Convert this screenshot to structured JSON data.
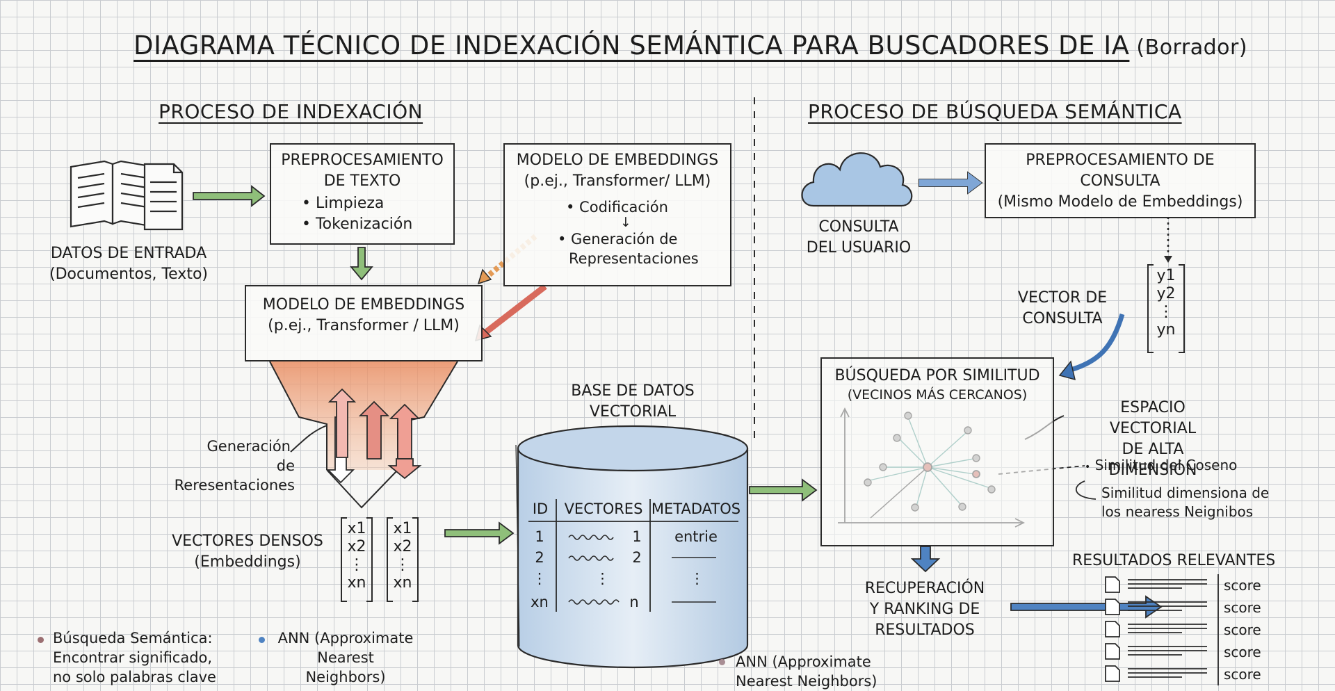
{
  "title": {
    "main": "DIAGRAMA TÉCNICO DE INDEXACIÓN SEMÁNTICA PARA BUSCADORES DE IA",
    "draft": "(Borrador)"
  },
  "indexing": {
    "heading": "PROCESO DE INDEXACIÓN",
    "input": {
      "line1": "DATOS DE ENTRADA",
      "line2": "(Documentos, Texto)",
      "icon": "book-and-document-icon"
    },
    "preprocessing": {
      "title1": "PREPROCESAMIENTO",
      "title2": "DE TEXTO",
      "items": [
        "• Limpieza",
        "• Tokenización"
      ]
    },
    "model_side": {
      "title1": "MODELO DE EMBEDDINGS",
      "title2": "(p.ej., Transformer/ LLM)",
      "item1": "• Codificación",
      "arrow": "↓",
      "item2a": "• Generación de",
      "item2b": "Representaciones"
    },
    "model_main": {
      "title1": "MODELO DE EMBEDDINGS",
      "title2": "(p.ej., Transformer / LLM)"
    },
    "generation": {
      "line1": "Generación",
      "line2": "de Reresentaciones"
    },
    "dense_vectors": {
      "line1": "VECTORES DENSOS",
      "line2": "(Embeddings)",
      "entries": [
        "x1",
        "x2",
        "⋮",
        "xn"
      ]
    },
    "database": {
      "label1": "BASE DE DATOS",
      "label2": "VECTORIAL",
      "headers": [
        "ID",
        "VECTORES",
        "METADATOS"
      ],
      "rows": [
        {
          "id": "1",
          "vec": "1",
          "meta": "entrie"
        },
        {
          "id": "2",
          "vec": "2",
          "meta": ""
        },
        {
          "id": "⋮",
          "vec": "⋮",
          "meta": "⋮"
        },
        {
          "id": "xn",
          "vec": "n",
          "meta": ""
        }
      ]
    }
  },
  "search": {
    "heading": "PROCESO DE BÚSQUEDA SEMÁNTICA",
    "query": {
      "line1": "CONSULTA",
      "line2": "DEL USUARIO",
      "icon": "cloud-icon"
    },
    "preprocessing": {
      "line1": "PREPROCESAMIENTO DE",
      "line2": "CONSULTA",
      "line3": "(Mismo Modelo de Embeddings)"
    },
    "query_vector": {
      "line1": "VECTOR DE",
      "line2": "CONSULTA",
      "entries": [
        "y1",
        "y2",
        "⋮",
        "yn"
      ]
    },
    "similarity": {
      "title": "BÚSQUEDA POR SIMILITUD",
      "subtitle": "(VECINOS MÁS CERCANOS)"
    },
    "vector_space": {
      "line1": "ESPACIO VECTORIAL",
      "line2": "DE ALTA DIMENSIÓN"
    },
    "cosine": "Similitud del Coseno",
    "dimensional": {
      "line1": "Similitud dimensiona de",
      "line2": "los nearess Neignibos"
    },
    "retrieval": {
      "line1": "RECUPERACIÓN",
      "line2": "Y RANKING DE",
      "line3": "RESULTADOS"
    },
    "results": {
      "heading": "RESULTADOS RELEVANTES",
      "items": [
        "score",
        "score",
        "score",
        "score",
        "score"
      ]
    }
  },
  "notes": {
    "semantic": {
      "line1": "Búsqueda Semántica:",
      "line2": "Encontrar significado,",
      "line3": "no solo palabras clave"
    },
    "ann_left": {
      "line1": "ANN (Approximate",
      "line2": "Nearest",
      "line3": "Neighbors)"
    },
    "ann_bottom": {
      "line1": "ANN (Approximate",
      "line2": "Nearest Neighbors)"
    }
  },
  "colors": {
    "ink": "#2a2a2a",
    "green_arrow": "#8fbf7a",
    "red_arrow": "#d86a5c",
    "orange_arrow": "#e39a55",
    "blue_arrow": "#4f83c2",
    "funnel": "#eea77f",
    "cloud": "#a9c6e4",
    "cylinder": "#c6d8ea"
  }
}
